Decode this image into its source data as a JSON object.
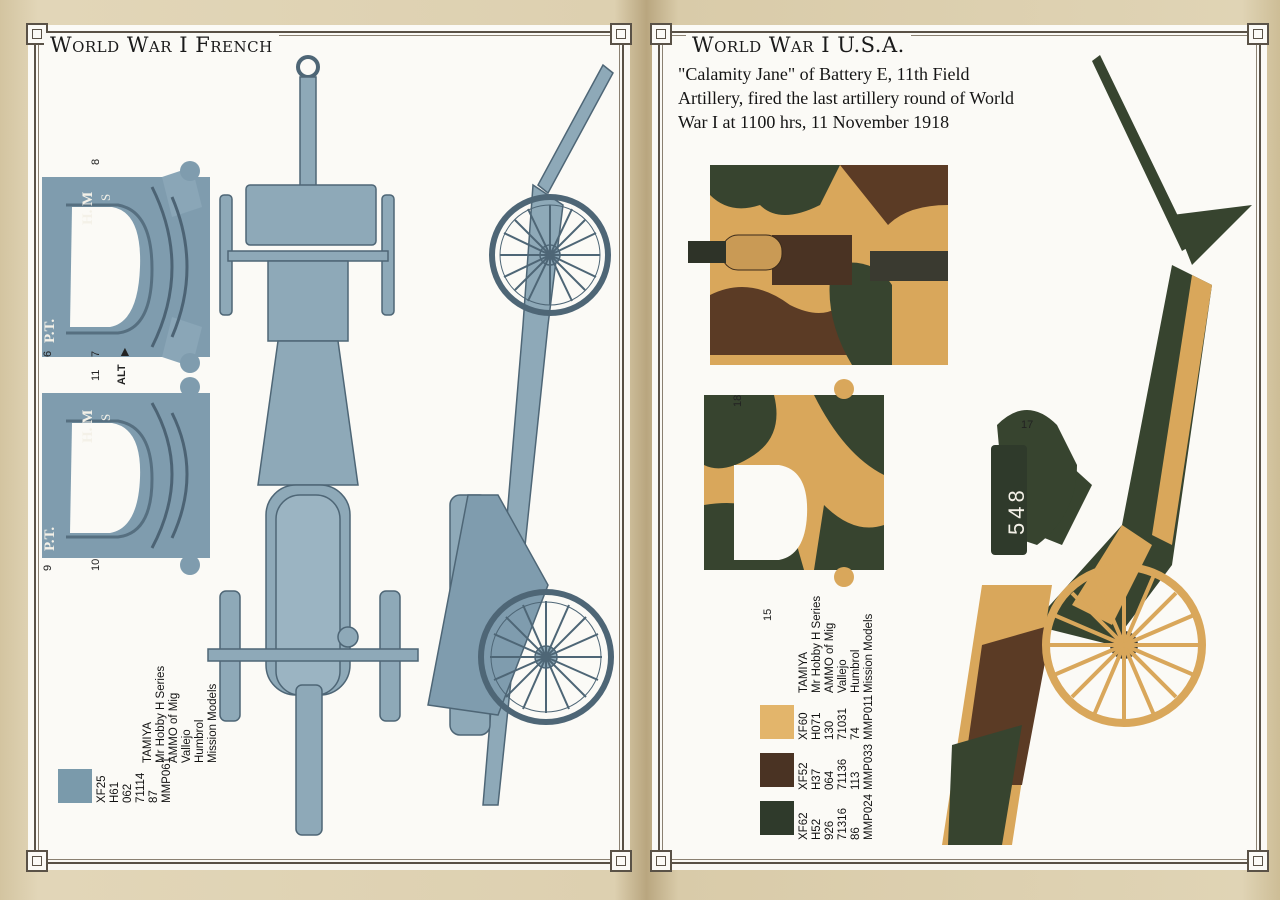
{
  "left_page": {
    "heading": "World War I French",
    "callouts": {
      "c6": "6",
      "c7": "7",
      "c8": "8",
      "c9": "9",
      "c10": "10",
      "c11": "11",
      "alt": "ALT"
    },
    "panel_marks": {
      "hm": "H. M",
      "s": "S",
      "pt": "P.T."
    },
    "legend": {
      "brand_names": [
        "TAMIYA",
        "Mr Hobby H Series",
        "AMMO of Mig",
        "Vallejo",
        "Humbrol",
        "Mission Models"
      ],
      "color": "#7a9aab",
      "codes": [
        "XF25",
        "H61",
        "062",
        "71114",
        "87",
        "MMP061"
      ]
    }
  },
  "right_page": {
    "heading": "World War I U.S.A.",
    "subtitle": "\"Calamity Jane\" of Battery E, 11th Field Artillery, fired the last artillery round of World War I at 1100 hrs, 11 November 1918",
    "callouts": {
      "c15": "15",
      "c17": "17",
      "c18": "18"
    },
    "plate_number": "548",
    "legend": {
      "brand_names": [
        "TAMIYA",
        "Mr Hobby H Series",
        "AMMO of Mig",
        "Vallejo",
        "Humbrol",
        "Mission Models"
      ],
      "swatches": [
        {
          "color": "#e3b56b",
          "codes": [
            "XF60",
            "H071",
            "130",
            "71031",
            "74",
            "MMP011"
          ]
        },
        {
          "color": "#4a3323",
          "codes": [
            "XF52",
            "H37",
            "064",
            "71136",
            "113",
            "MMP033"
          ]
        },
        {
          "color": "#2f3a2b",
          "codes": [
            "XF62",
            "H52",
            "926",
            "71316",
            "86",
            "MMP024"
          ]
        }
      ]
    }
  },
  "colors": {
    "french_blue": "#8ea9b8",
    "sand": "#d9a75b",
    "brown": "#5b3b25",
    "olive": "#37442f"
  }
}
